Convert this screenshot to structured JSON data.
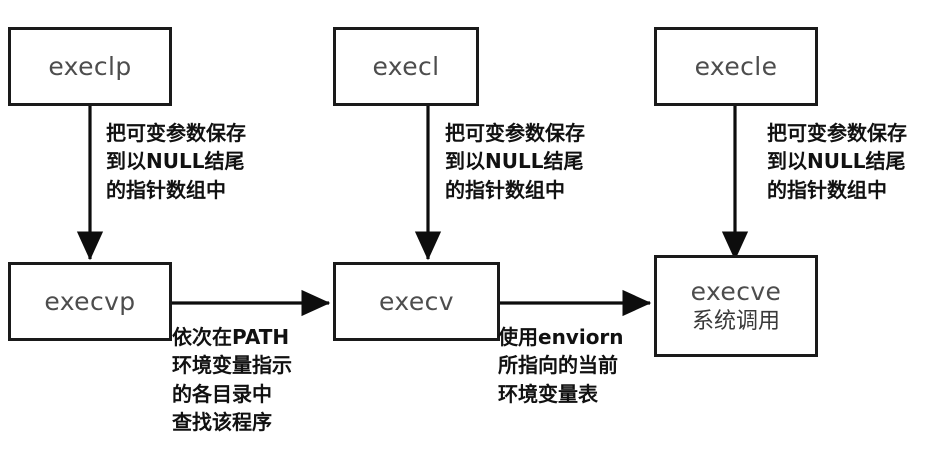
{
  "diagram": {
    "title": "exec family of functions flow",
    "stroke_color": "#1a1a1a",
    "node_text_color": "#4d4d4d",
    "note_text_color": "#111111",
    "background": "#ffffff"
  },
  "nodes": {
    "execlp": {
      "label": "execlp"
    },
    "execl": {
      "label": "execl"
    },
    "execle": {
      "label": "execle"
    },
    "execvp": {
      "label": "execvp"
    },
    "execv": {
      "label": "execv"
    },
    "execve": {
      "label": "execve",
      "sublabel": "系统调用"
    }
  },
  "notes": {
    "vararg_left": "把可变参数保存\n到以NULL结尾\n的指针数组中",
    "vararg_middle": "把可变参数保存\n到以NULL结尾\n的指针数组中",
    "vararg_right": "把可变参数保存\n到以NULL结尾\n的指针数组中",
    "path_search": "依次在PATH\n环境变量指示\n的各目录中\n查找该程序",
    "environ": "使用enviorn\n所指向的当前\n环境变量表"
  }
}
